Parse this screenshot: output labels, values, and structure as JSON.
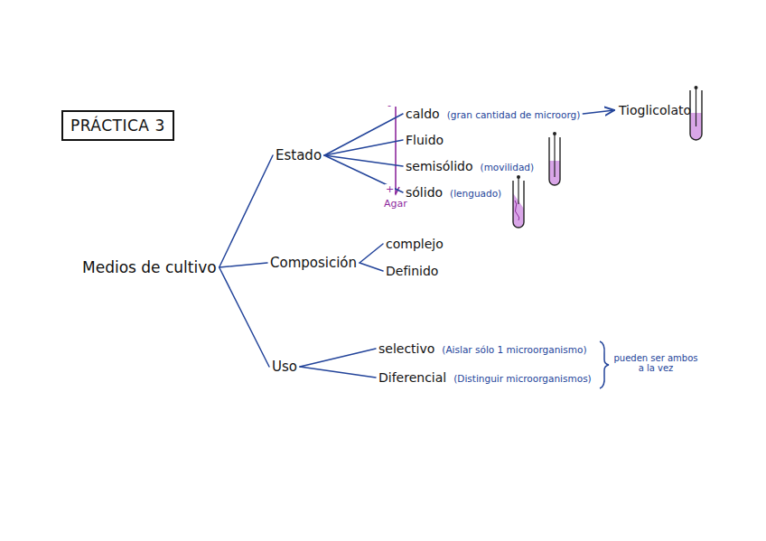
{
  "diagram": {
    "title": "PRÁCTICA 3",
    "nodes": [
      {
        "text": [
          "Medios de cultivo"
        ]
      },
      {
        "text": [
          "Estado"
        ]
      },
      {
        "text": [
          "Composición"
        ]
      },
      {
        "text": [
          "Uso"
        ]
      },
      {
        "text": [
          "caldo",
          "(gran cantidad de microorg)"
        ]
      },
      {
        "text": [
          "Tioglicolato"
        ]
      },
      {
        "text": [
          "Fluido"
        ]
      },
      {
        "text": [
          "semisólido",
          "(movilidad)"
        ]
      },
      {
        "text": [
          "sólido",
          "(lenguado)"
        ]
      },
      {
        "text": [
          "complejo"
        ]
      },
      {
        "text": [
          "Definido"
        ]
      },
      {
        "text": [
          "selectivo",
          "(Aislar sólo 1 microorganismo)"
        ]
      },
      {
        "text": [
          "Diferencial",
          "(Distinguir microorganismos)"
        ]
      }
    ],
    "edges": [
      {
        "from": 0,
        "to": 1,
        "arrow": "none"
      },
      {
        "from": 0,
        "to": 2,
        "arrow": "none"
      },
      {
        "from": 0,
        "to": 3,
        "arrow": "none"
      },
      {
        "from": 1,
        "to": 4,
        "arrow": "none"
      },
      {
        "from": 1,
        "to": 6,
        "arrow": "none"
      },
      {
        "from": 1,
        "to": 7,
        "arrow": "none"
      },
      {
        "from": 1,
        "to": 8,
        "arrow": "none"
      },
      {
        "from": 2,
        "to": 9,
        "arrow": "none"
      },
      {
        "from": 2,
        "to": 10,
        "arrow": "none"
      },
      {
        "from": 3,
        "to": 11,
        "arrow": "none"
      },
      {
        "from": 3,
        "to": 12,
        "arrow": "none"
      },
      {
        "from": 4,
        "to": 5,
        "arrow": "to"
      }
    ],
    "labels": [
      "-",
      "+",
      "Agar",
      "pueden ser ambos a la vez"
    ]
  }
}
